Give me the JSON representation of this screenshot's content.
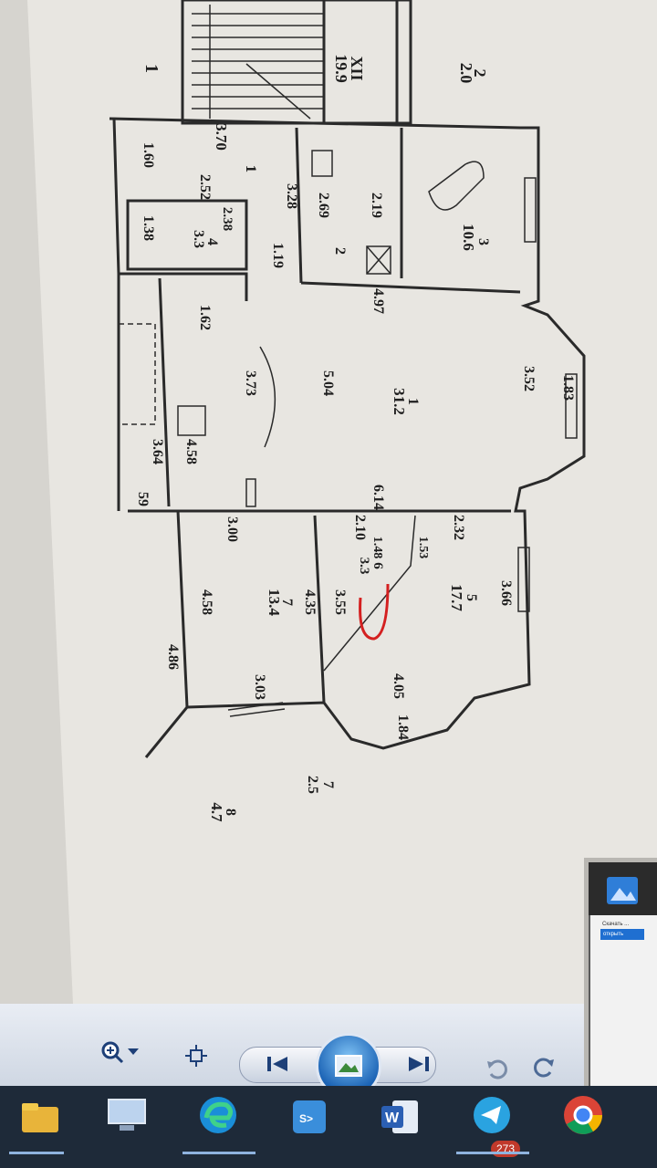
{
  "floor_plan": {
    "labels": [
      {
        "id": "l-2",
        "text": "2"
      },
      {
        "id": "l-2-0",
        "text": "2.0"
      },
      {
        "id": "l-xii",
        "text": "XII"
      },
      {
        "id": "l-19-9",
        "text": "19.9"
      },
      {
        "id": "l-1a",
        "text": "1"
      },
      {
        "id": "l-1b",
        "text": "1"
      },
      {
        "id": "l-3-70",
        "text": "3.70"
      },
      {
        "id": "l-1-60",
        "text": "1.60"
      },
      {
        "id": "l-1-38",
        "text": "1.38"
      },
      {
        "id": "l-2-52",
        "text": "2.52"
      },
      {
        "id": "l-2-38",
        "text": "2.38"
      },
      {
        "id": "l-4",
        "text": "4"
      },
      {
        "id": "l-3-3",
        "text": "3.3"
      },
      {
        "id": "l-1c",
        "text": "1"
      },
      {
        "id": "l-3-28",
        "text": "3.28"
      },
      {
        "id": "l-2-69",
        "text": "2.69"
      },
      {
        "id": "l-2-19",
        "text": "2.19"
      },
      {
        "id": "l-2b",
        "text": "2"
      },
      {
        "id": "l-1-19",
        "text": "1.19"
      },
      {
        "id": "l-3",
        "text": "3"
      },
      {
        "id": "l-10-6",
        "text": "10.6"
      },
      {
        "id": "l-4-97",
        "text": "4.97"
      },
      {
        "id": "l-1-62",
        "text": "1.62"
      },
      {
        "id": "l-3-73",
        "text": "3.73"
      },
      {
        "id": "l-5-04",
        "text": "5.04"
      },
      {
        "id": "l-1d",
        "text": "1"
      },
      {
        "id": "l-31-2",
        "text": "31.2"
      },
      {
        "id": "l-3-52",
        "text": "3.52"
      },
      {
        "id": "l-1-83",
        "text": "1.83"
      },
      {
        "id": "l-3-64",
        "text": "3.64"
      },
      {
        "id": "l-4-58a",
        "text": "4.58"
      },
      {
        "id": "l-59",
        "text": "59"
      },
      {
        "id": "l-6-14",
        "text": "6.14"
      },
      {
        "id": "l-3-00",
        "text": "3.00"
      },
      {
        "id": "l-2-10",
        "text": "2.10"
      },
      {
        "id": "l-1-48",
        "text": "1.48"
      },
      {
        "id": "l-1-53",
        "text": "1.53"
      },
      {
        "id": "l-2-32",
        "text": "2.32"
      },
      {
        "id": "l-6",
        "text": "6"
      },
      {
        "id": "l-3-3b",
        "text": "3.3"
      },
      {
        "id": "l-5",
        "text": "5"
      },
      {
        "id": "l-17-7",
        "text": "17.7"
      },
      {
        "id": "l-3-66",
        "text": "3.66"
      },
      {
        "id": "l-4-58b",
        "text": "4.58"
      },
      {
        "id": "l-7",
        "text": "7"
      },
      {
        "id": "l-13-4",
        "text": "13.4"
      },
      {
        "id": "l-4-35",
        "text": "4.35"
      },
      {
        "id": "l-3-55",
        "text": "3.55"
      },
      {
        "id": "l-4-86",
        "text": "4.86"
      },
      {
        "id": "l-3-03",
        "text": "3.03"
      },
      {
        "id": "l-4-05",
        "text": "4.05"
      },
      {
        "id": "l-1-84",
        "text": "1.84"
      },
      {
        "id": "l-7b",
        "text": "7"
      },
      {
        "id": "l-2-5",
        "text": "2.5"
      },
      {
        "id": "l-8",
        "text": "8"
      },
      {
        "id": "l-4-7",
        "text": "4.7"
      }
    ]
  },
  "viewer": {
    "icons": [
      "zoom-icon",
      "chevron-down-icon",
      "actual-size-icon",
      "previous-icon",
      "slideshow-icon",
      "next-icon",
      "rotate-left-icon",
      "rotate-right-icon"
    ]
  },
  "thumbnail": {
    "line1": "Скачать ...",
    "line2": "открыть"
  },
  "taskbar": {
    "icons": [
      "file-explorer-icon",
      "computer-icon",
      "edge-icon",
      "app-icon",
      "word-icon",
      "telegram-icon",
      "chrome-icon"
    ],
    "telegram_badge": "273"
  },
  "colors": {
    "paper": "#ece9e3",
    "taskbar": "#1e2a39",
    "accent": "#1b63b5",
    "annotation": "#d42020"
  }
}
